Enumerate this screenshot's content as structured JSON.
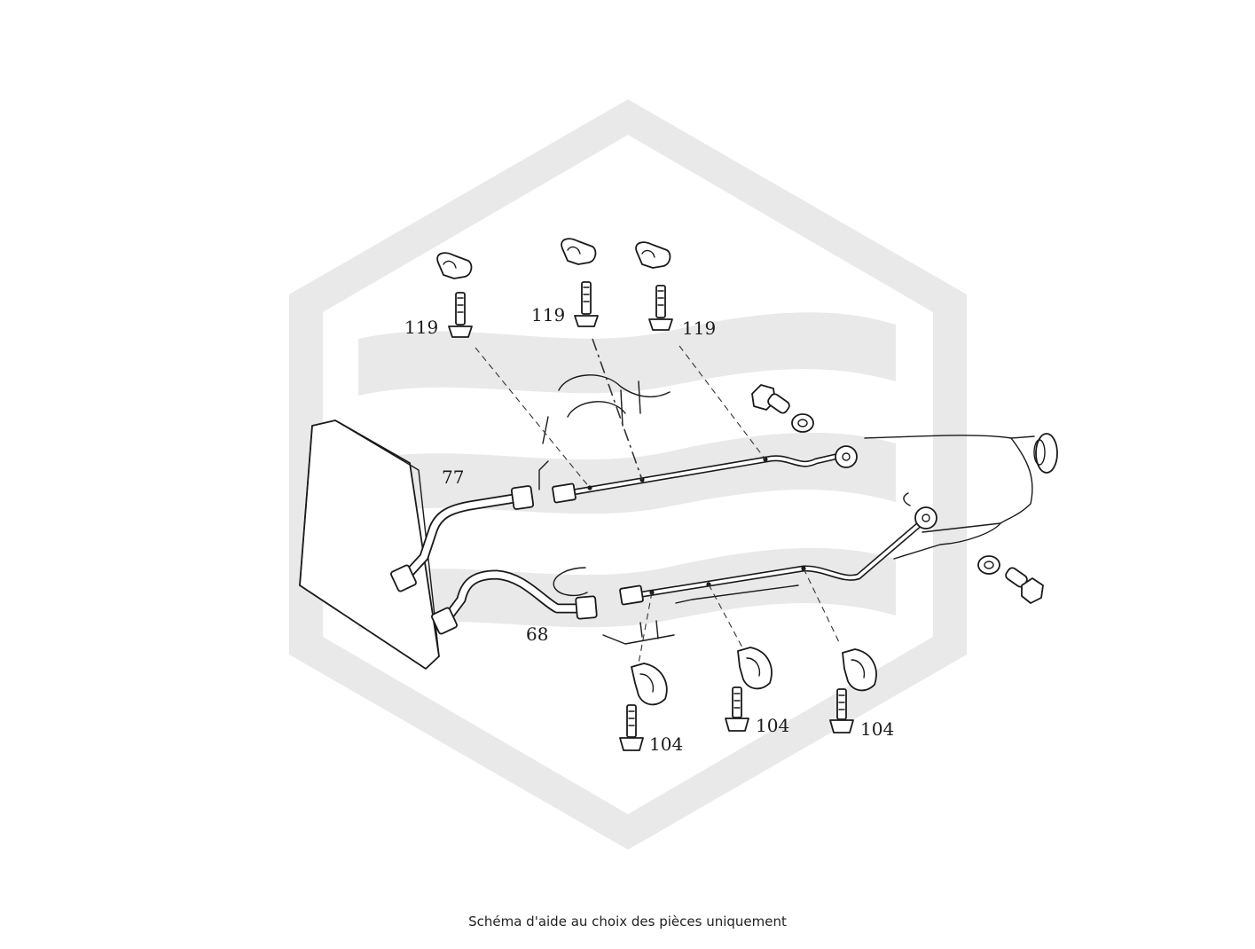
{
  "watermark": {
    "icon": "hexagon-brand-logo-icon",
    "color": "#e9e9e9"
  },
  "part_numbers": {
    "clip_bolt_left": "119",
    "clip_bolt_middle": "119",
    "clip_bolt_right": "119",
    "upper_pipe": "77",
    "lower_pipe": "68",
    "lower_clip_left": "104",
    "lower_clip_middle": "104",
    "lower_clip_right": "104"
  },
  "caption": "Schéma d'aide au choix des pièces uniquement"
}
